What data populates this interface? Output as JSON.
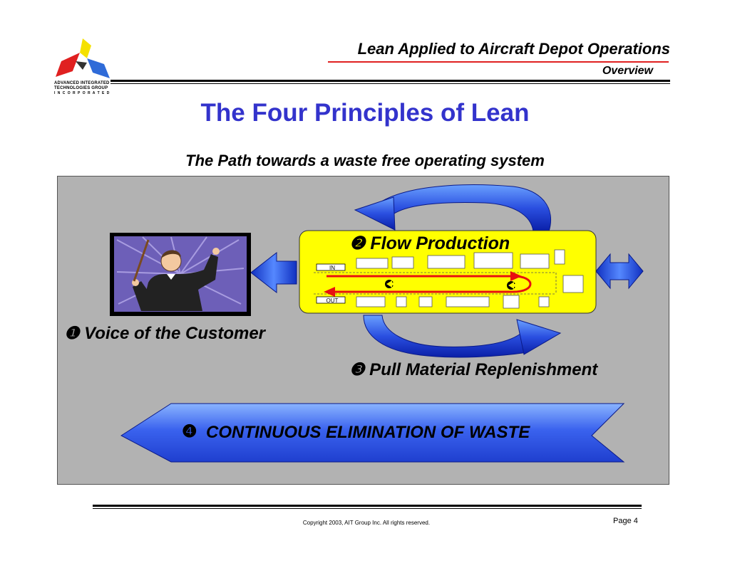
{
  "header": {
    "title": "Lean Applied to Aircraft Depot Operations",
    "section": "Overview"
  },
  "logo": {
    "line1": "ADVANCED INTEGRATED",
    "line2": "TECHNOLOGIES GROUP",
    "line3": "I N C O R P O R A T E D"
  },
  "slide": {
    "title": "The Four Principles of Lean",
    "subtitle": "The Path towards a waste free operating system"
  },
  "principles": {
    "voice": "❶ Voice of the Customer",
    "flow": "❷ Flow Production",
    "pull": "❸ Pull Material Replenishment",
    "waste_num": "❹",
    "waste": "CONTINUOUS ELIMINATION OF WASTE"
  },
  "flow_diagram": {
    "in_label": "IN",
    "out_label": "OUT"
  },
  "footer": {
    "copyright": "Copyright 2003, AIT Group Inc. All rights reserved.",
    "page": "Page 4"
  },
  "colors": {
    "title_blue": "#3333cc",
    "panel_gray": "#b2b2b2",
    "flow_yellow": "#ffff00",
    "arrow_blue": "#2244dd",
    "accent_red": "#e02020"
  }
}
